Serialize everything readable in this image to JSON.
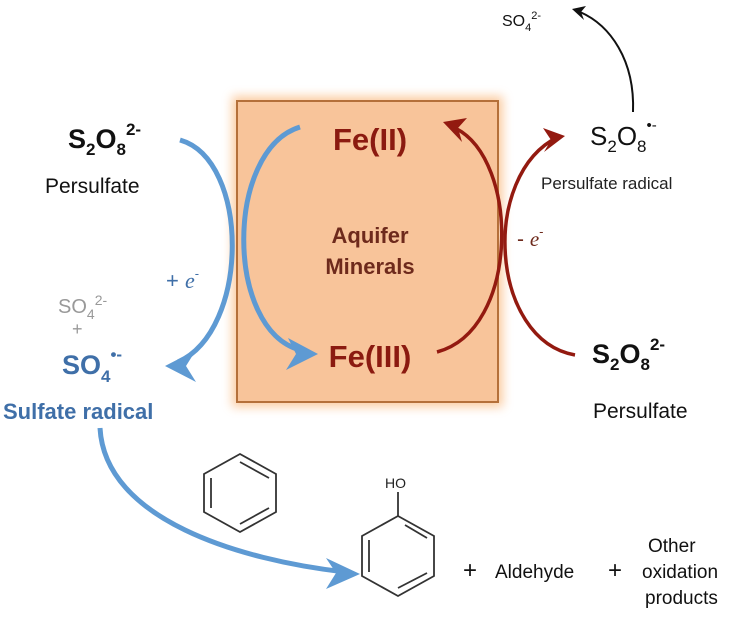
{
  "colors": {
    "blue": "#5e9ad3",
    "red": "#931a10",
    "box_fill": "#f8c49a",
    "box_border": "#b5703a",
    "box_text": "#6e2a1c",
    "label_blue": "#3f6fa8",
    "gray": "#999999"
  },
  "box": {
    "label_line1": "Aquifer",
    "label_line2": "Minerals",
    "fe2": "Fe(II)",
    "fe3": "Fe(III)"
  },
  "left": {
    "persulfate_formula": {
      "base1": "S",
      "sub1": "2",
      "base2": "O",
      "sub2": "8",
      "sup": "2-"
    },
    "persulfate_name": "Persulfate",
    "electron_gain": {
      "sign": "+ ",
      "e": "e",
      "sup": "-"
    },
    "sulfate_byproduct": {
      "base": "SO",
      "sub": "4",
      "sup": "2-"
    },
    "plus": "+",
    "sulfate_radical_formula": {
      "base": "SO",
      "sub": "4",
      "sup": "•-"
    },
    "sulfate_radical_name": "Sulfate radical"
  },
  "right": {
    "top_sulfate": {
      "base": "SO",
      "sub": "4",
      "sup": "2-"
    },
    "radical_formula": {
      "base1": "S",
      "sub1": "2",
      "base2": "O",
      "sub2": "8",
      "sup": "•-"
    },
    "radical_name": "Persulfate radical",
    "electron_loss": {
      "sign": "- ",
      "e": "e",
      "sup": "-"
    },
    "persulfate_formula": {
      "base1": "S",
      "sub1": "2",
      "base2": "O",
      "sub2": "8",
      "sup": "2-"
    },
    "persulfate_name": "Persulfate"
  },
  "products": {
    "phenol_group": "HO",
    "plus1": "+",
    "aldehyde": "Aldehyde",
    "plus2": "+",
    "other_line1": "Other",
    "other_line2": "oxidation",
    "other_line3": "products"
  }
}
